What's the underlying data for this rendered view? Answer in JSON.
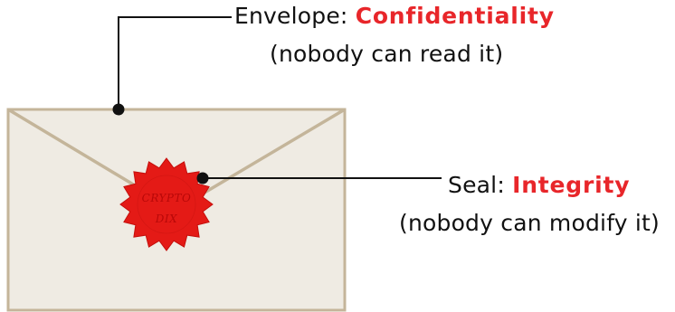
{
  "envelope_callout": {
    "prefix": "Envelope: ",
    "keyword": "Confidentiality",
    "note": "(nobody can read it)"
  },
  "seal_callout": {
    "prefix": "Seal: ",
    "keyword": "Integrity",
    "note": "(nobody can modify it)"
  },
  "seal_stamp": {
    "line1": "CRYPTO",
    "line2": "DIX"
  },
  "colors": {
    "envelope_fill": "#efebe3",
    "envelope_stroke": "#c4b59a",
    "seal_fill": "#e41a16",
    "keyword": "#e8262a"
  }
}
